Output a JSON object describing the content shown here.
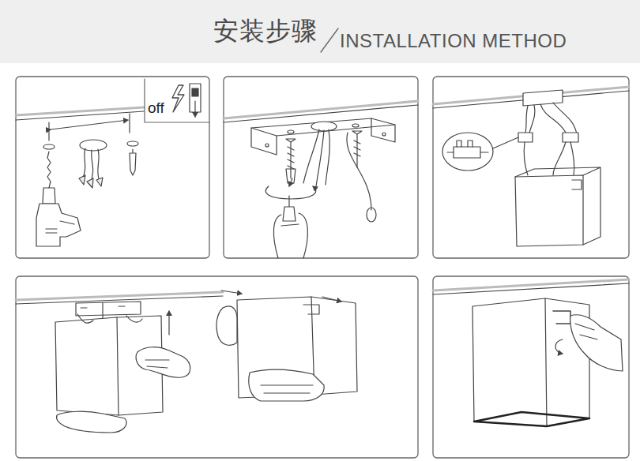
{
  "diagram": {
    "title": "安装步骤",
    "labels": [
      "INSTALLATION METHOD",
      "off"
    ]
  }
}
